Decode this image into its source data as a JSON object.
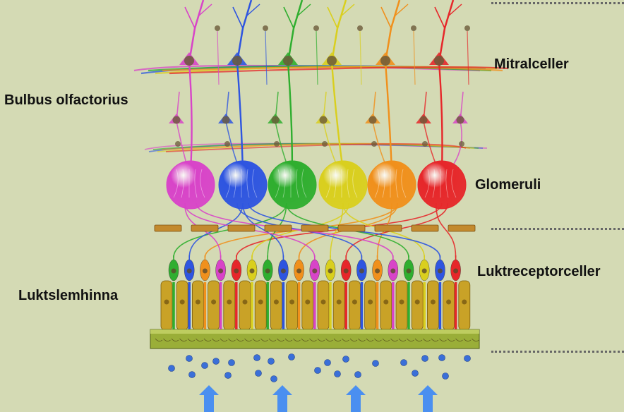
{
  "labels": {
    "mitral": "Mitralceller",
    "bulbus": "Bulbus olfactorius",
    "glomeruli": "Glomeruli",
    "receptor": "Luktreceptorceller",
    "epithelium": "Luktslemhinna"
  },
  "colors": {
    "background": "#d4dab4",
    "glomeruli": [
      "#d844c8",
      "#2e55e0",
      "#2fae2f",
      "#d9cf1e",
      "#f0901c",
      "#e6272a"
    ],
    "receptors": [
      "#2fae2f",
      "#2e55e0",
      "#f0901c",
      "#d844c8",
      "#e6272a",
      "#d9cf1e",
      "#2fae2f",
      "#2e55e0",
      "#f0901c",
      "#d844c8",
      "#d9cf1e",
      "#e6272a",
      "#2e55e0",
      "#f0901c",
      "#d844c8",
      "#2fae2f",
      "#d9cf1e",
      "#2e55e0",
      "#e6272a"
    ],
    "support_cell": "#c9a227",
    "membrane": "#9aae38",
    "odorant": "#3a6fd8",
    "arrow": "#4a8ff0"
  }
}
